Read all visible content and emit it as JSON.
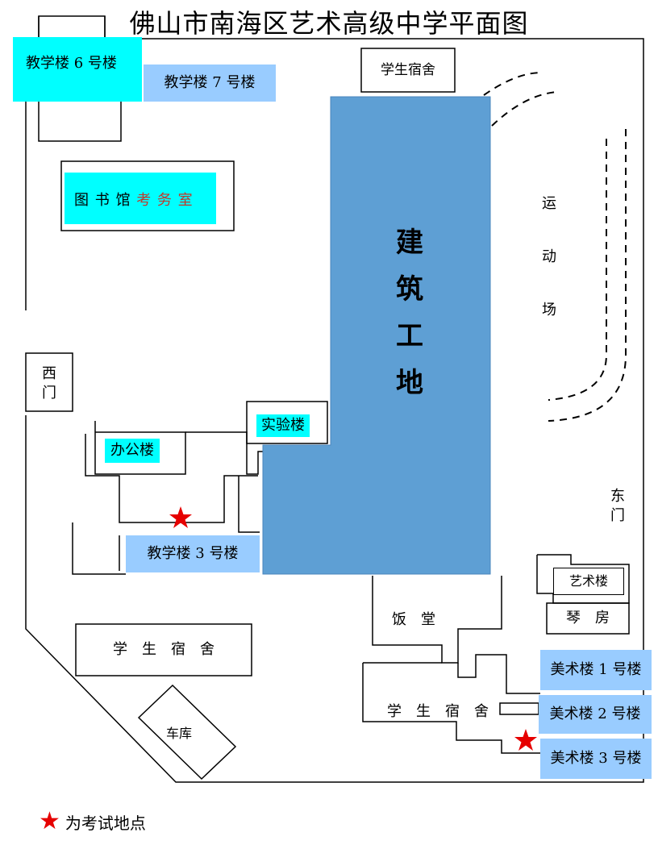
{
  "title": "佛山市南海区艺术高级中学平面图",
  "colors": {
    "star": "#e60000",
    "construction": "#5e9fd4",
    "highlight_cyan": "#00ffff",
    "highlight_blue": "#99ccff",
    "exam_room_text": "#c0392b"
  },
  "buildings": {
    "teaching_6": "教学楼 6 号楼",
    "teaching_7": "教学楼 7 号楼",
    "dorm_top": "学生宿舍",
    "library": "图 书 馆",
    "exam_office": "考 务 室",
    "construction_site": [
      "建",
      "筑",
      "工",
      "地"
    ],
    "sports_field": [
      "运",
      "动",
      "场"
    ],
    "west_gate": [
      "西",
      "门"
    ],
    "lab": "实验楼",
    "office": "办公楼",
    "teaching_3": "教学楼 3 号楼",
    "east_gate": [
      "东",
      "门"
    ],
    "art_building": "艺术楼",
    "piano_room": "琴　房",
    "canteen": "饭　堂",
    "dorm_left": "学　生　宿　舍",
    "dorm_right": "学　生　宿　舍",
    "garage": "车库",
    "art_1": "美术楼 1 号楼",
    "art_2": "美术楼 2 号楼",
    "art_3": "美术楼 3 号楼"
  },
  "legend": {
    "star_icon": "star-icon",
    "text": "为考试地点"
  }
}
